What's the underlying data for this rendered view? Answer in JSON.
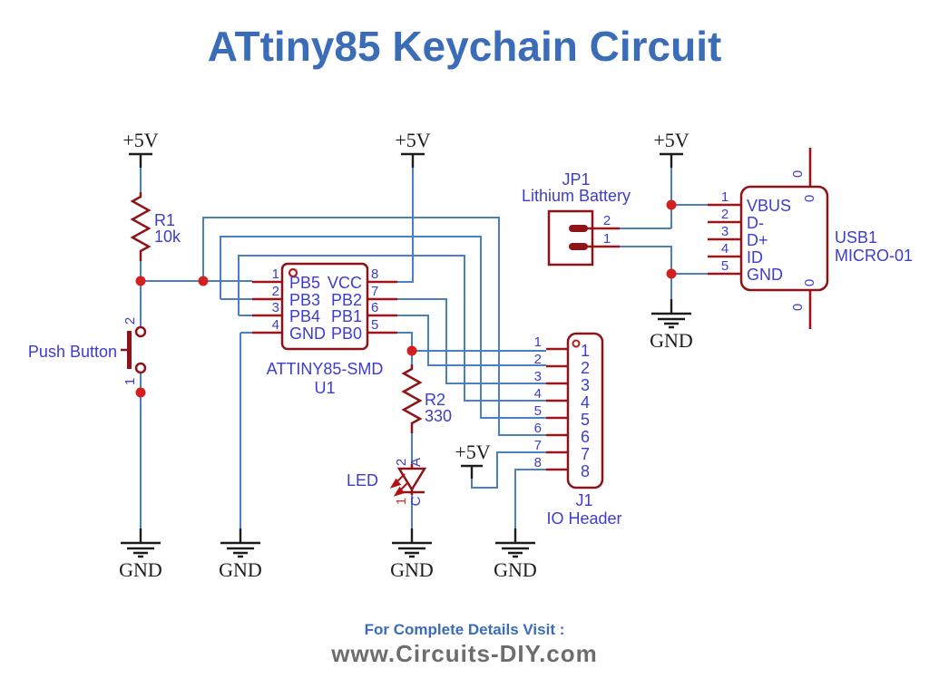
{
  "title": "ATtiny85 Keychain Circuit",
  "power": {
    "vcc": "+5V",
    "gnd": "GND"
  },
  "push_button": {
    "label": "Push Button",
    "pin_top": "2",
    "pin_bottom": "1"
  },
  "r1": {
    "ref": "R1",
    "value": "10k"
  },
  "r2": {
    "ref": "R2",
    "value": "330"
  },
  "led": {
    "label": "LED",
    "pin_anode_num": "2",
    "pin_anode": "A",
    "pin_cathode_num": "1",
    "pin_cathode": "C"
  },
  "u1": {
    "name": "ATTINY85-SMD",
    "ref": "U1",
    "left_pins": [
      {
        "num": "1",
        "label": "PB5"
      },
      {
        "num": "2",
        "label": "PB3"
      },
      {
        "num": "3",
        "label": "PB4"
      },
      {
        "num": "4",
        "label": "GND"
      }
    ],
    "right_pins": [
      {
        "num": "8",
        "label": "VCC"
      },
      {
        "num": "7",
        "label": "PB2"
      },
      {
        "num": "6",
        "label": "PB1"
      },
      {
        "num": "5",
        "label": "PB0"
      }
    ]
  },
  "jp1": {
    "ref": "JP1",
    "name": "Lithium Battery",
    "pin_top": "2",
    "pin_bottom": "1"
  },
  "usb1": {
    "ref": "USB1",
    "name": "MICRO-01",
    "mount_label": "0",
    "pins": [
      {
        "num": "1",
        "label": "VBUS"
      },
      {
        "num": "2",
        "label": "D-"
      },
      {
        "num": "3",
        "label": "D+"
      },
      {
        "num": "4",
        "label": "ID"
      },
      {
        "num": "5",
        "label": "GND"
      }
    ]
  },
  "j1": {
    "ref": "J1",
    "name": "IO Header",
    "pins": [
      "1",
      "2",
      "3",
      "4",
      "5",
      "6",
      "7",
      "8"
    ]
  },
  "footer": {
    "line1": "For Complete Details Visit :",
    "line2": "www.Circuits-DIY.com"
  },
  "colors": {
    "wire": "#4a7fc4",
    "component": "#8e1318",
    "junction": "#d41f1f",
    "label_blue": "#3c3ccd",
    "title_blue": "#3b6cb7",
    "footer_gray": "#6d6d6d"
  }
}
